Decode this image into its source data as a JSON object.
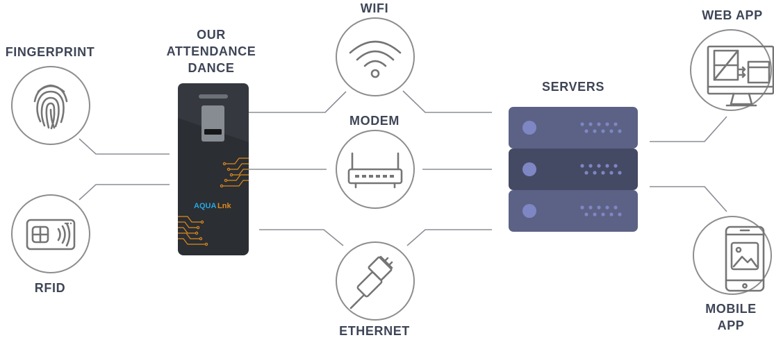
{
  "labels": {
    "fingerprint": "FINGERPRINT",
    "rfid": "RFID",
    "device_line1": "OUR",
    "device_line2": "ATTENDANCE",
    "device_line3": "DANCE",
    "wifi": "WIFI",
    "modem": "MODEM",
    "ethernet": "ETHERNET",
    "servers": "SERVERS",
    "web_app": "WEB APP",
    "mobile_app_line1": "MOBILE",
    "mobile_app_line2": "APP"
  },
  "device": {
    "brand_part1": "AQUA",
    "brand_part2": "Lnk"
  },
  "icons": {
    "fingerprint": "fingerprint-icon",
    "rfid": "rfid-card-icon",
    "wifi": "wifi-icon",
    "modem": "router-icon",
    "ethernet": "ethernet-cable-icon",
    "web_app": "desktop-monitor-icon",
    "mobile_app": "mobile-phone-icon"
  },
  "colors": {
    "label_text": "#3e4556",
    "connector": "#8a8f96",
    "icon_stroke": "#757575",
    "device_body": "#2b2e32",
    "device_accent": "#e08a1e",
    "brand_blue": "#27a7e0",
    "server_top": "#5c6285",
    "server_mid": "#444a64",
    "server_bottom": "#5c6285",
    "server_led": "#7f86c4"
  }
}
